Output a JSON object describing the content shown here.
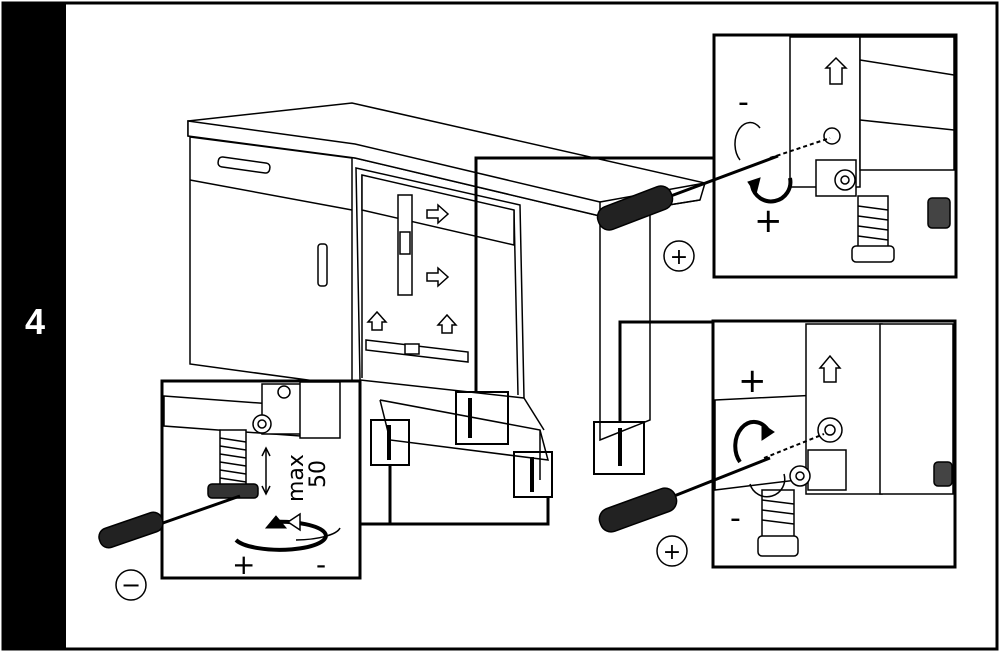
{
  "step": {
    "number": "4"
  },
  "zoom_left": {
    "max_label": "max",
    "max_value": "50",
    "plus": "+",
    "minus": "-"
  },
  "zoom_top_right": {
    "minus": "-",
    "plus": "+"
  },
  "zoom_bottom_right": {
    "plus": "+",
    "minus": "-"
  },
  "markers": {
    "plus_symbol": "+",
    "minus_symbol": "−"
  }
}
